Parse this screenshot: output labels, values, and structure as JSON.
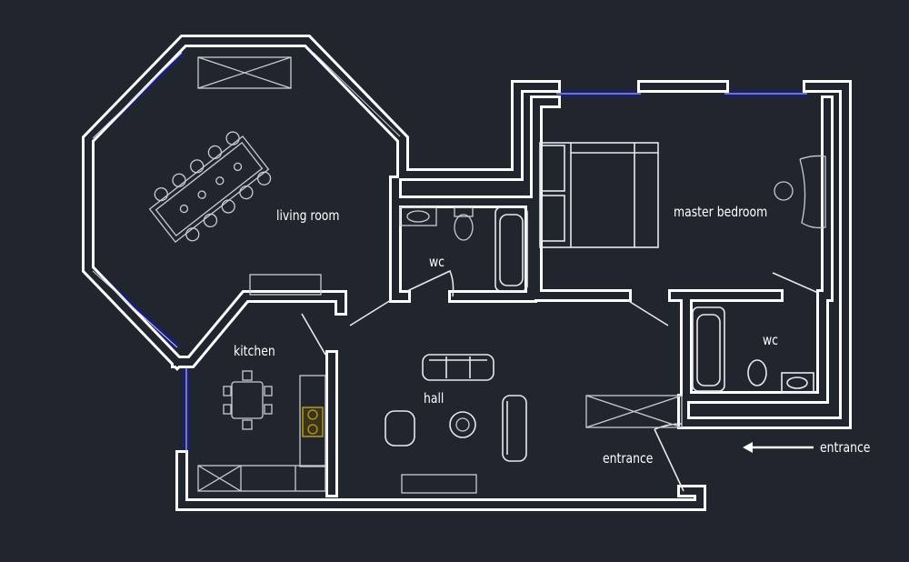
{
  "rooms": {
    "living_room": "living room",
    "wc_1": "wc",
    "master_bedroom": "master bedroom",
    "kitchen": "kitchen",
    "hall": "hall",
    "wc_2": "wc",
    "entrance": "entrance"
  },
  "legend": {
    "entrance_arrow_label": "entrance",
    "arrow_icon": "arrow-left-icon"
  },
  "colors": {
    "background": "#21252d",
    "walls": "#ffffff",
    "windows": "#1b1f72",
    "stove": "#b59a2a"
  }
}
